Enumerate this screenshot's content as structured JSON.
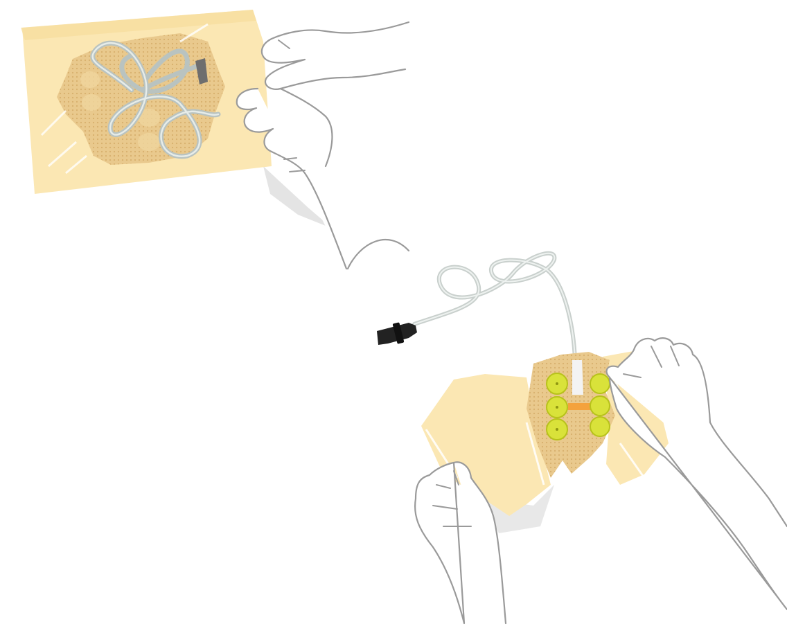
{
  "illustration": {
    "step1": {
      "package": "sealed-electrode-pouch",
      "action": "tear-open"
    },
    "step2": {
      "package": "electrode-pads-with-cable",
      "action": "peel-backing"
    }
  },
  "colors": {
    "background": "#ffffff",
    "pouch": "#fbe7b3",
    "pad": "#e9c98d",
    "pad_pattern": "#d9b577",
    "cable": "#b9c3c0",
    "cable_highlight": "#e6ece9",
    "connector": "#222222",
    "sensor": "#d9e23a",
    "sensor_ring": "#b7c21a",
    "orange_strip": "#f4a23c",
    "hand_outline": "#9a9a9a",
    "shadow": "#e4e4e4"
  }
}
